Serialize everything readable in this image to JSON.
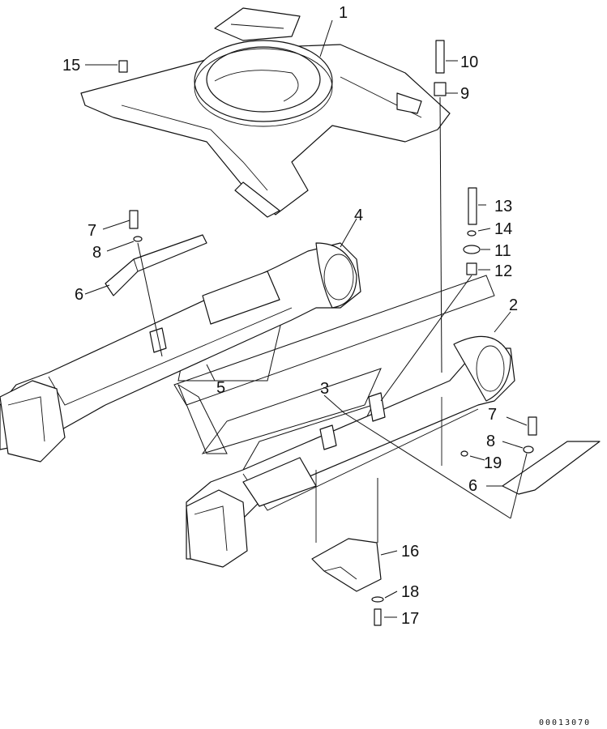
{
  "callouts": [
    {
      "id": "c1",
      "label": "1"
    },
    {
      "id": "c2",
      "label": "2"
    },
    {
      "id": "c3",
      "label": "3"
    },
    {
      "id": "c4",
      "label": "4"
    },
    {
      "id": "c5",
      "label": "5"
    },
    {
      "id": "c6a",
      "label": "6"
    },
    {
      "id": "c6b",
      "label": "6"
    },
    {
      "id": "c7a",
      "label": "7"
    },
    {
      "id": "c7b",
      "label": "7"
    },
    {
      "id": "c8a",
      "label": "8"
    },
    {
      "id": "c8b",
      "label": "8"
    },
    {
      "id": "c9",
      "label": "9"
    },
    {
      "id": "c10",
      "label": "10"
    },
    {
      "id": "c11",
      "label": "11"
    },
    {
      "id": "c12",
      "label": "12"
    },
    {
      "id": "c13",
      "label": "13"
    },
    {
      "id": "c14",
      "label": "14"
    },
    {
      "id": "c15",
      "label": "15"
    },
    {
      "id": "c16",
      "label": "16"
    },
    {
      "id": "c17",
      "label": "17"
    },
    {
      "id": "c18",
      "label": "18"
    },
    {
      "id": "c19",
      "label": "19"
    }
  ],
  "drawing_code": "00013070"
}
